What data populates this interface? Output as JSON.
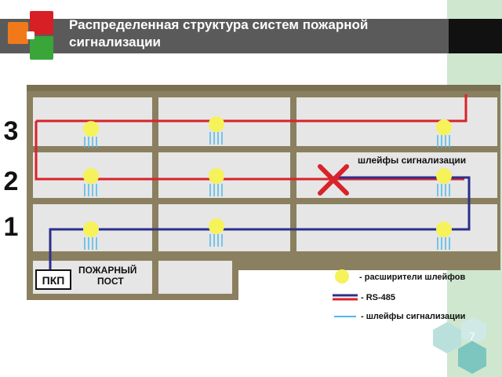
{
  "slide": {
    "title": "Распределенная структура систем пожарной сигнализации",
    "page_number": "7"
  },
  "diagram": {
    "floor_labels": [
      "3",
      "2",
      "1"
    ],
    "control_panel_label": "ПКП",
    "fire_post_label_line1": "ПОЖАРНЫЙ",
    "fire_post_label_line2": "ПОСТ",
    "loops_label": "шлейфы сигнализации",
    "legend": {
      "expanders": "- расширители шлейфов",
      "rs485": "- RS-485",
      "loops": "- шлейфы сигнализации"
    }
  },
  "colors": {
    "building": "#8a8060",
    "room": "#e6e6e6",
    "red_line": "#d8232a",
    "blue_line": "#2c2f8c",
    "loop_line": "#4fb8e8",
    "expander": "#f6f25a",
    "title_bar": "#5a5a5a",
    "accent_green": "#cfe7cf",
    "hex_teal": "#9fd3cf"
  }
}
